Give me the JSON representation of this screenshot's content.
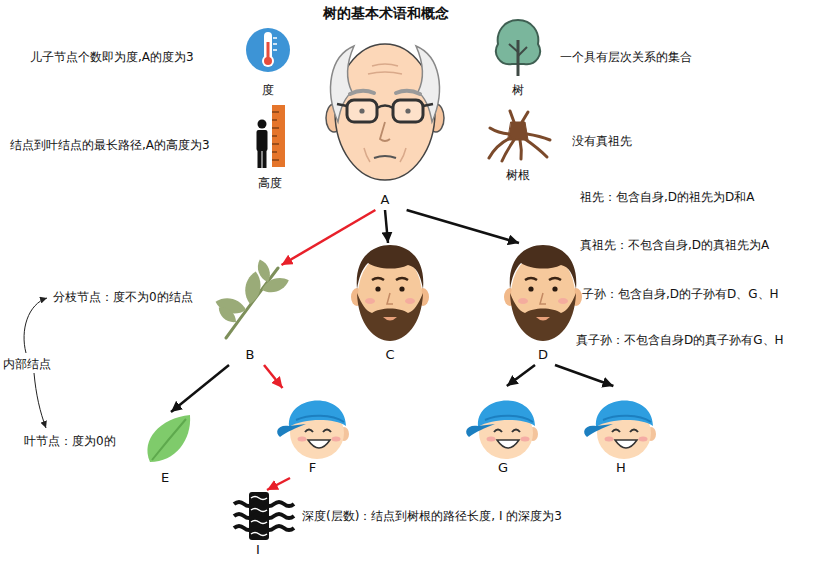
{
  "diagram": {
    "title": "树的基本术语和概念",
    "nodes": [
      {
        "text": [
          "度"
        ]
      },
      {
        "text": [
          "树"
        ]
      },
      {
        "text": [
          "A"
        ]
      },
      {
        "text": [
          "高度"
        ]
      },
      {
        "text": [
          "树根"
        ]
      },
      {
        "text": [
          "B"
        ]
      },
      {
        "text": [
          "C"
        ]
      },
      {
        "text": [
          "D"
        ]
      },
      {
        "text": [
          "E"
        ]
      },
      {
        "text": [
          "F"
        ]
      },
      {
        "text": [
          "G"
        ]
      },
      {
        "text": [
          "H"
        ]
      },
      {
        "text": [
          "I"
        ]
      }
    ],
    "edges": [
      {
        "from": 2,
        "to": 5,
        "arrow": "to"
      },
      {
        "from": 2,
        "to": 6,
        "arrow": "to"
      },
      {
        "from": 2,
        "to": 7,
        "arrow": "to"
      },
      {
        "from": 5,
        "to": 8,
        "arrow": "to"
      },
      {
        "from": 5,
        "to": 9,
        "arrow": "to"
      },
      {
        "from": 7,
        "to": 10,
        "arrow": "to"
      },
      {
        "from": 7,
        "to": 11,
        "arrow": "to"
      },
      {
        "from": 9,
        "to": 12,
        "arrow": "to"
      }
    ],
    "labels": [
      "儿子节点个数即为度,A的度为3",
      "一个具有层次关系的集合",
      "结点到叶结点的最长路径,A的高度为3",
      "没有真祖先",
      "祖先：包含自身,D的祖先为D和A",
      "真祖先：不包含自身,D的真祖先为A",
      "子孙：包含自身,D的子孙有D、G、H",
      "真子孙：不包含自身D的真子孙有G、H",
      "分枝节点：度不为0的结点",
      "内部结点",
      "叶节点：度为0的",
      "深度(层数)：结点到树根的路径长度, I 的深度为3"
    ]
  }
}
